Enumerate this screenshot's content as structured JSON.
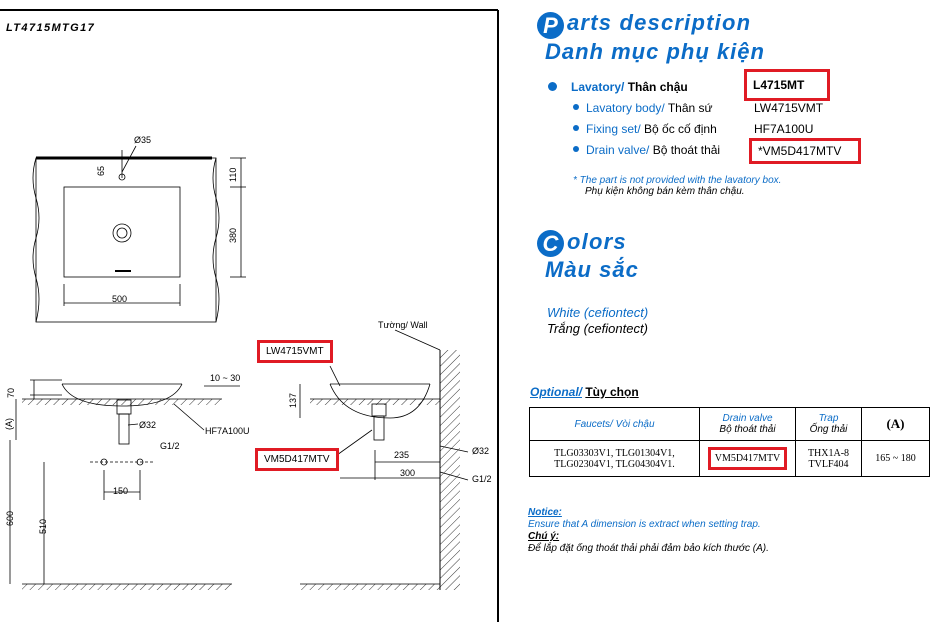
{
  "drawing": {
    "model_code": "LT4715MTG17",
    "dims": {
      "d35": "Ø35",
      "d65": "65",
      "d110": "110",
      "d380": "380",
      "d500": "500",
      "d70": "70",
      "d10_30": "10 ~ 30",
      "dA": "(A)",
      "d32_left": "Ø32",
      "g12_left": "G1/2",
      "d150": "150",
      "d600": "600",
      "d510": "510",
      "d137": "137",
      "d235": "235",
      "d300": "300",
      "d32_right": "Ø32",
      "g12_right": "G1/2"
    },
    "labels": {
      "hf7a100u": "HF7A100U",
      "wall": "Tường/ Wall"
    },
    "callouts": {
      "lw4715vmt": "LW4715VMT",
      "vm5d417mtv": "VM5D417MTV"
    }
  },
  "parts": {
    "heading_initial": "P",
    "heading_rest": "arts description",
    "heading_vn": "Danh mục phụ kiện",
    "main": {
      "en": "Lavatory/",
      "vn": "Thân chậu",
      "code": "L4715MT"
    },
    "items": [
      {
        "en": "Lavatory body/",
        "vn": "Thân sứ",
        "code": "LW4715VMT"
      },
      {
        "en": "Fixing set/",
        "vn": "Bộ ốc cố định",
        "code": "HF7A100U"
      },
      {
        "en": "Drain valve/",
        "vn": "Bộ thoát thải",
        "code": "*VM5D417MTV"
      }
    ],
    "note_en": "* The part is not provided with  the lavatory box.",
    "note_vn": "Phụ kiện không bán kèm thân chậu."
  },
  "colors": {
    "heading_initial": "C",
    "heading_rest": "olors",
    "heading_vn": "Màu sắc",
    "en": "White (cefiontect)",
    "vn": "Trắng (cefiontect)"
  },
  "optional": {
    "title_en": "Optional/",
    "title_vn": "Tùy chọn",
    "headers": {
      "faucets": "Faucets/ Vòi chậu",
      "drain_en": "Drain valve",
      "drain_vn": "Bộ thoát thải",
      "trap_en": "Trap",
      "trap_vn": "Ống thải",
      "a": "(A)"
    },
    "row": {
      "faucets_line1": "TLG03303V1, TLG01304V1,",
      "faucets_line2": "TLG02304V1, TLG04304V1.",
      "drain": "VM5D417MTV",
      "trap_line1": "THX1A-8",
      "trap_line2": "TVLF404",
      "a": "165 ~ 180"
    }
  },
  "notice": {
    "title_en": "Notice:",
    "text_en": "Ensure that A dimension is extract when setting trap.",
    "title_vn": "Chú ý:",
    "text_vn": "Để lắp đặt ống thoát thải phải đảm bảo kích thước (A)."
  },
  "colors_palette": {
    "accent": "#0b6cc7",
    "callout": "#e01b24"
  }
}
